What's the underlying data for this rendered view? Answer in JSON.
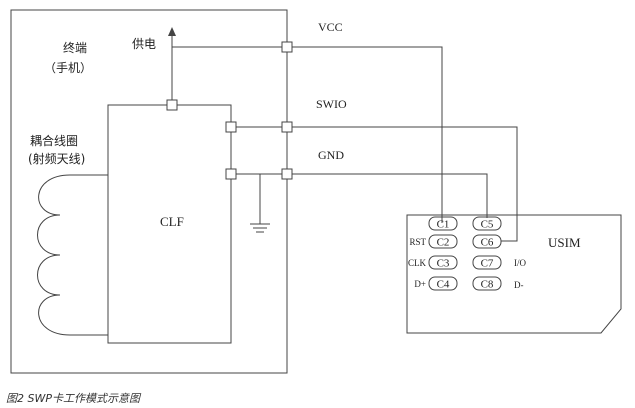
{
  "terminal": {
    "line1": "终端",
    "line2": "（手机）"
  },
  "power_label": "供电",
  "coil": {
    "line1": "耦合线圈",
    "line2": "(射频天线)"
  },
  "clf_label": "CLF",
  "signals": {
    "vcc": "VCC",
    "swio": "SWIO",
    "gnd": "GND"
  },
  "usim": {
    "label": "USIM",
    "contacts_left": [
      "C1",
      "C2",
      "C3",
      "C4"
    ],
    "contacts_right": [
      "C5",
      "C6",
      "C7",
      "C8"
    ],
    "pin_labels_left": [
      "",
      "RST",
      "CLK",
      "D+"
    ],
    "pin_labels_right": [
      "",
      "",
      "I/O",
      "D-"
    ]
  },
  "caption": "图2 SWP卡工作模式示意图"
}
